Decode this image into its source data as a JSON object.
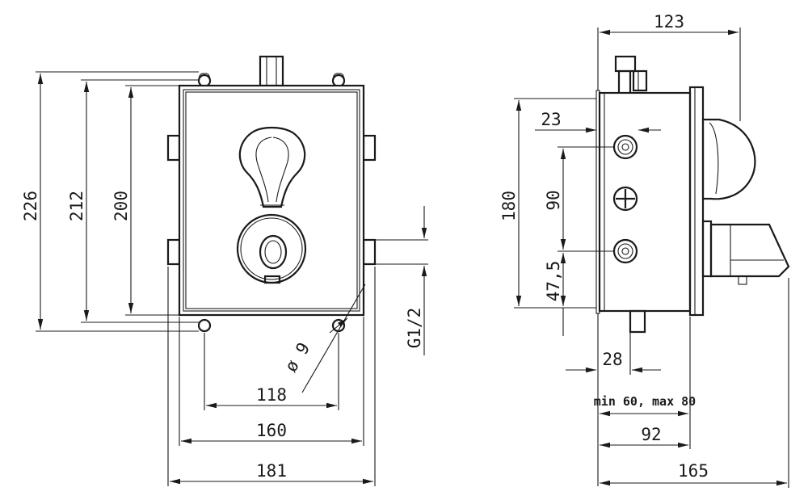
{
  "front_view": {
    "height_outer": "226",
    "height_mid": "212",
    "height_inner": "200",
    "hole_diameter": "ø 9",
    "thread": "G1/2",
    "width_holes": "118",
    "width_body": "160",
    "width_outer": "181"
  },
  "side_view": {
    "depth_total": "123",
    "offset_top": "23",
    "height_body": "180",
    "spacing_outlets": "90",
    "offset_bottom": "47,5",
    "pipe_offset": "28",
    "install_range": "min 60, max 80",
    "depth_mid": "92",
    "depth_overall": "165"
  },
  "colors": {
    "stroke": "#1a1a1a",
    "background": "#ffffff"
  }
}
